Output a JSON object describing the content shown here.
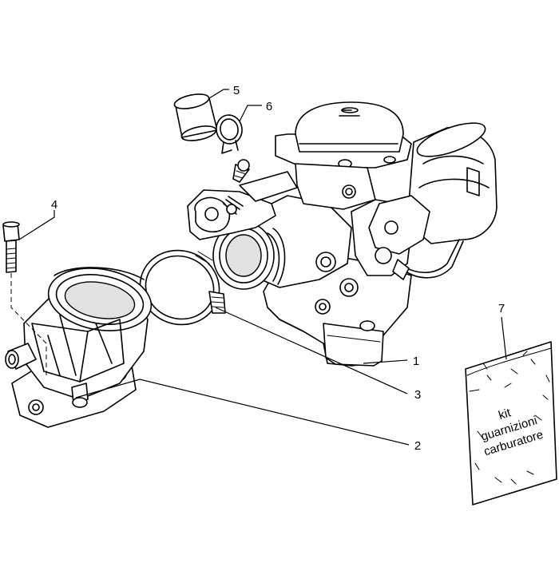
{
  "callouts": [
    "1",
    "2",
    "3",
    "4",
    "5",
    "6",
    "7"
  ],
  "kit_label": [
    "kit",
    "guarnizioni",
    "carburatore"
  ]
}
